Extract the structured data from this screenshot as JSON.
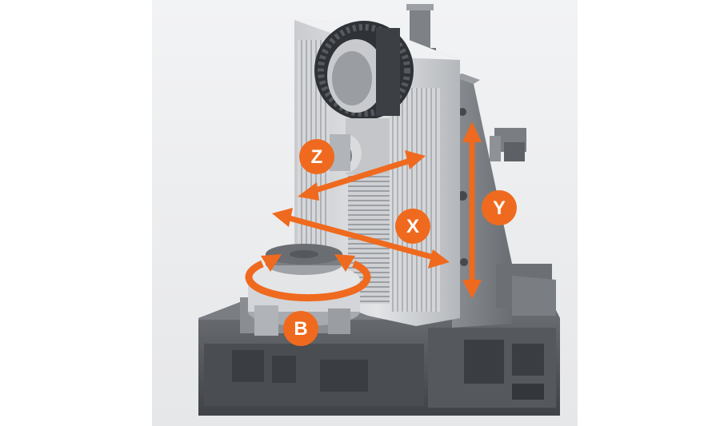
{
  "diagram": {
    "accent_color": "#ef6a1e",
    "machine_color": "#5e6165",
    "axes": [
      {
        "id": "z",
        "label": "Z",
        "kind": "linear"
      },
      {
        "id": "x",
        "label": "X",
        "kind": "linear"
      },
      {
        "id": "y",
        "label": "Y",
        "kind": "linear"
      },
      {
        "id": "b",
        "label": "B",
        "kind": "rotary"
      }
    ]
  }
}
